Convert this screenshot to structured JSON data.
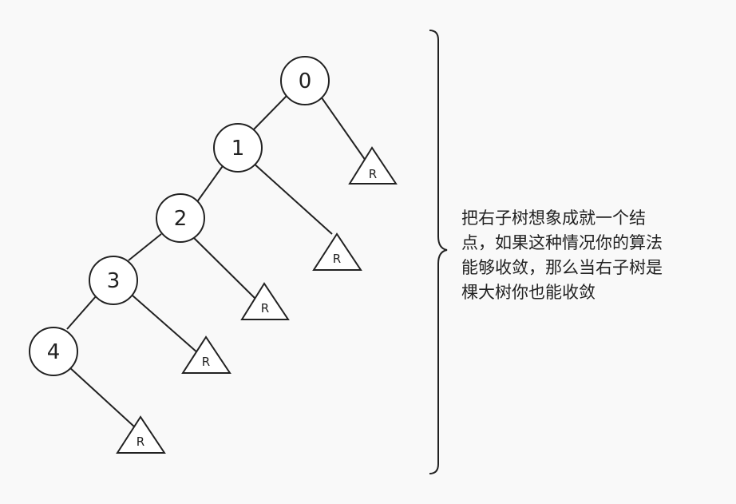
{
  "nodes": [
    {
      "id": "node-0",
      "label": "0"
    },
    {
      "id": "node-1",
      "label": "1"
    },
    {
      "id": "node-2",
      "label": "2"
    },
    {
      "id": "node-3",
      "label": "3"
    },
    {
      "id": "node-4",
      "label": "4"
    }
  ],
  "subtrees": [
    {
      "id": "subtree-0",
      "label": "R"
    },
    {
      "id": "subtree-1",
      "label": "R"
    },
    {
      "id": "subtree-2",
      "label": "R"
    },
    {
      "id": "subtree-3",
      "label": "R"
    },
    {
      "id": "subtree-4",
      "label": "R"
    }
  ],
  "annotation": {
    "lines": [
      "把右子树想象成就一个结",
      "点，如果这种情况你的算法",
      "能够收敛，那么当右子树是",
      "棵大树你也能收敛"
    ]
  }
}
